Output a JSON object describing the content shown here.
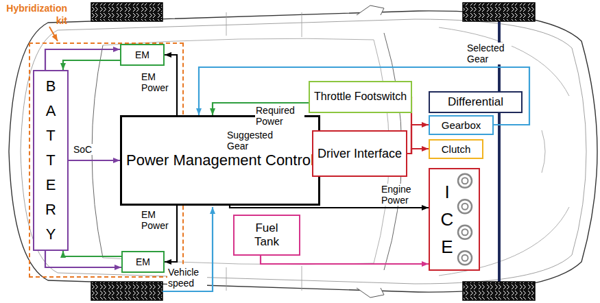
{
  "diagram": {
    "nodes": [
      {
        "text": [
          "Hybridization kit"
        ]
      },
      {
        "text": [
          "EM"
        ],
        "in": 0
      },
      {
        "text": [
          "B A T T E R Y"
        ],
        "in": 0
      },
      {
        "text": [
          "EM"
        ],
        "in": 0
      },
      {
        "text": [
          "Power Management Control"
        ]
      },
      {
        "text": [
          "Throttle Footswitch"
        ]
      },
      {
        "text": [
          "Driver Interface"
        ]
      },
      {
        "text": [
          "Fuel Tank"
        ]
      },
      {
        "text": [
          "Differential"
        ]
      },
      {
        "text": [
          "Gearbox"
        ]
      },
      {
        "text": [
          "Clutch"
        ]
      },
      {
        "text": [
          "I C E"
        ]
      }
    ],
    "edges": [
      {
        "from": 2,
        "to": 1,
        "arrow": "to"
      },
      {
        "from": 1,
        "to": 2,
        "arrow": "to"
      },
      {
        "from": 2,
        "to": 4,
        "label": "SoC",
        "arrow": "to"
      },
      {
        "from": 4,
        "to": 1,
        "label": "EM Power",
        "arrow": "to"
      },
      {
        "from": 4,
        "to": 3,
        "label": "EM Power",
        "arrow": "to"
      },
      {
        "from": 2,
        "to": 3,
        "arrow": "to"
      },
      {
        "from": 3,
        "to": 2,
        "arrow": "to"
      },
      {
        "from": 5,
        "to": 4,
        "label": "Required Power",
        "arrow": "to"
      },
      {
        "from": 4,
        "to": 6,
        "label": "Suggested Gear",
        "arrow": "to"
      },
      {
        "from": 4,
        "to": 11,
        "label": "Engine Power",
        "arrow": "to"
      },
      {
        "from": 7,
        "to": 11,
        "arrow": "to"
      },
      {
        "from": 6,
        "to": 5,
        "arrow": "to"
      },
      {
        "from": 6,
        "to": 9,
        "arrow": "to"
      },
      {
        "from": 6,
        "to": 10,
        "arrow": "to"
      },
      {
        "from": 9,
        "to": 4,
        "label": "Selected Gear",
        "arrow": "to"
      }
    ],
    "labels": [
      "Vehicle speed"
    ]
  }
}
